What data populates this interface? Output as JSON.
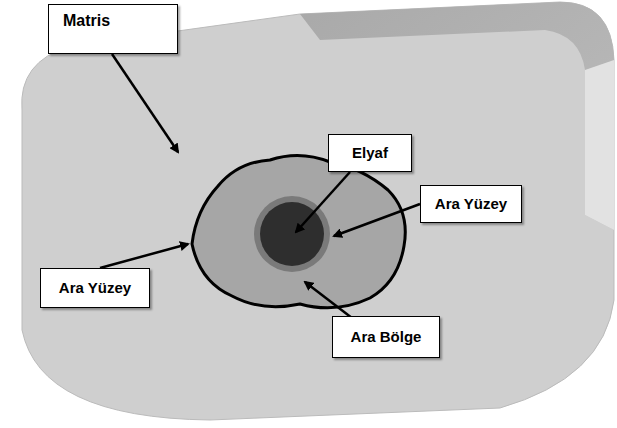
{
  "diagram": {
    "nodes": [
      {
        "text": [
          "Matris"
        ]
      },
      {
        "text": [
          "Elyaf"
        ]
      },
      {
        "text": [
          "Ara Yüzey"
        ]
      },
      {
        "text": [
          "Ara Yüzey"
        ]
      },
      {
        "text": [
          "Ara Bölge"
        ]
      }
    ]
  }
}
